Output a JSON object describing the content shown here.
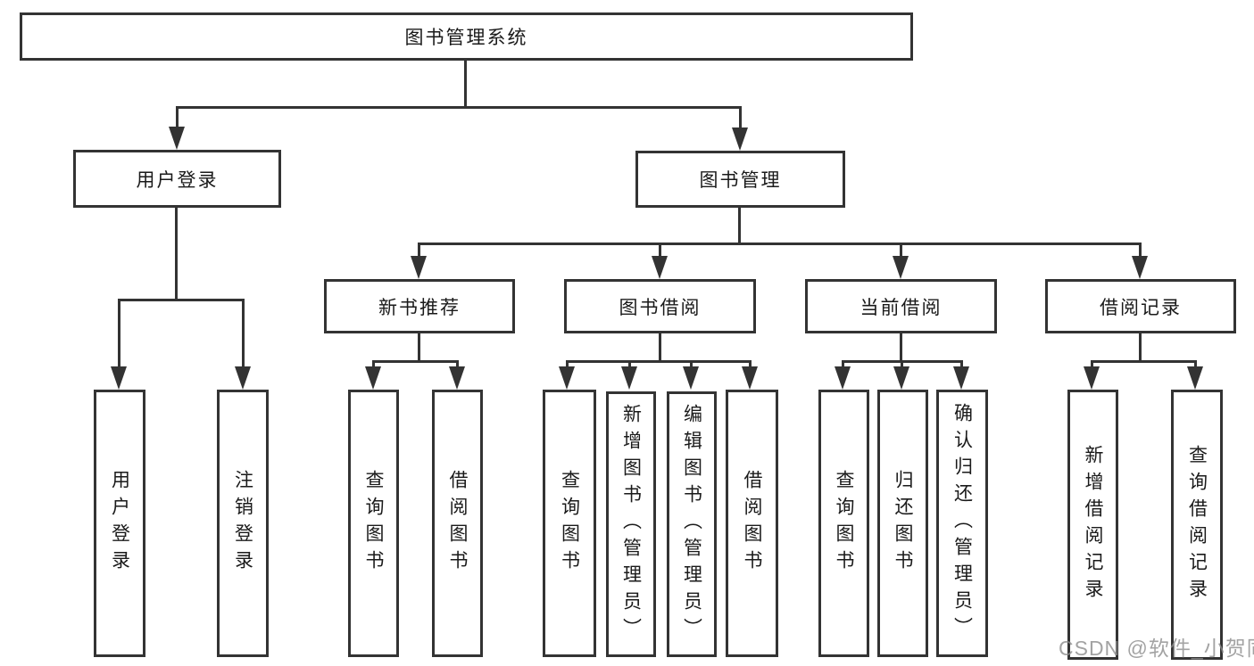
{
  "nodes": {
    "root": {
      "label": "图书管理系统"
    },
    "level2": [
      {
        "label": "用户登录"
      },
      {
        "label": "图书管理"
      }
    ],
    "level3": [
      {
        "label": "新书推荐"
      },
      {
        "label": "图书借阅"
      },
      {
        "label": "当前借阅"
      },
      {
        "label": "借阅记录"
      }
    ],
    "leaves": [
      {
        "parent": "用户登录",
        "label": "用户登录"
      },
      {
        "parent": "用户登录",
        "label": "注销登录"
      },
      {
        "parent": "新书推荐",
        "label": "查询图书"
      },
      {
        "parent": "新书推荐",
        "label": "借阅图书"
      },
      {
        "parent": "图书借阅",
        "label": "查询图书"
      },
      {
        "parent": "图书借阅",
        "label": "新增图书（管理员）"
      },
      {
        "parent": "图书借阅",
        "label": "编辑图书（管理员）"
      },
      {
        "parent": "图书借阅",
        "label": "借阅图书"
      },
      {
        "parent": "当前借阅",
        "label": "查询图书"
      },
      {
        "parent": "当前借阅",
        "label": "归还图书"
      },
      {
        "parent": "当前借阅",
        "label": "确认归还（管理员）"
      },
      {
        "parent": "借阅记录",
        "label": "新增借阅记录"
      },
      {
        "parent": "借阅记录",
        "label": "查询借阅记录"
      }
    ]
  },
  "watermark": {
    "text": "CSDN @软件_小贺同学"
  },
  "colors": {
    "line": "#333333",
    "text": "#1a1a1a",
    "watermark": "#8c8c8c",
    "background": "#ffffff"
  }
}
